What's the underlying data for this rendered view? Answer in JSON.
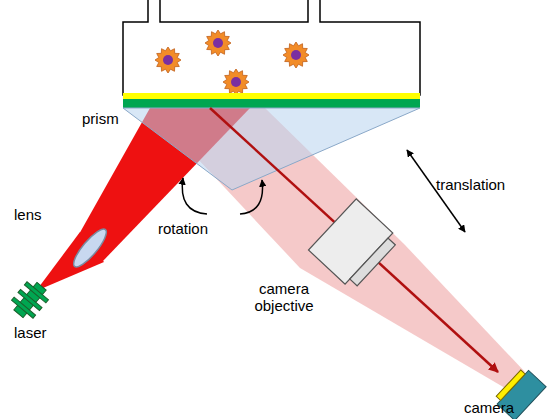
{
  "diagram": {
    "labels": [
      "prism",
      "lens",
      "laser",
      "rotation",
      "translation",
      "camera objective",
      "camera"
    ]
  }
}
